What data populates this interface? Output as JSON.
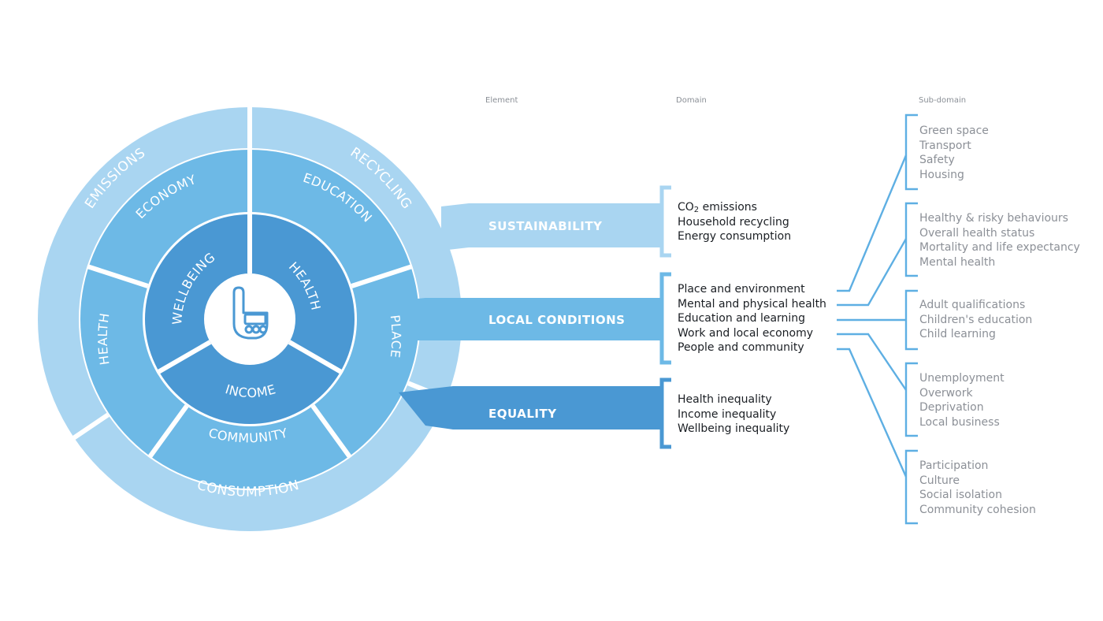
{
  "column_headers": {
    "element": "Element",
    "domain": "Domain",
    "subdomain": "Sub-domain"
  },
  "wheel": {
    "outer_ring": [
      "EMISSIONS",
      "RECYCLING",
      "CONSUMPTION"
    ],
    "middle_ring": [
      "ECONOMY",
      "EDUCATION",
      "PLACE",
      "COMMUNITY",
      "HEALTH"
    ],
    "inner_ring": [
      "WELLBEING",
      "HEALTH",
      "INCOME"
    ],
    "center_icon": "hand-logo-icon"
  },
  "elements": [
    {
      "label": "SUSTAINABILITY",
      "color": "#a9d5f1",
      "domains": [
        {
          "prefix": "CO",
          "sub": "2",
          "suffix": " emissions"
        },
        {
          "text": "Household recycling"
        },
        {
          "text": "Energy consumption"
        }
      ]
    },
    {
      "label": "LOCAL CONDITIONS",
      "color": "#6db9e6",
      "domains": [
        {
          "text": "Place and environment"
        },
        {
          "text": "Mental and physical health"
        },
        {
          "text": "Education and learning"
        },
        {
          "text": "Work and local economy"
        },
        {
          "text": "People and community"
        }
      ]
    },
    {
      "label": "EQUALITY",
      "color": "#4a98d3",
      "domains": [
        {
          "text": "Health inequality"
        },
        {
          "text": "Income inequality"
        },
        {
          "text": "Wellbeing inequality"
        }
      ]
    }
  ],
  "subdomain_groups": [
    [
      "Green space",
      "Transport",
      "Safety",
      "Housing"
    ],
    [
      "Healthy & risky behaviours",
      "Overall health status",
      "Mortality and life expectancy",
      "Mental health"
    ],
    [
      "Adult qualifications",
      "Children's education",
      "Child learning"
    ],
    [
      "Unemployment",
      "Overwork",
      "Deprivation",
      "Local business"
    ],
    [
      "Participation",
      "Culture",
      "Social isolation",
      "Community cohesion"
    ]
  ],
  "colors": {
    "outer": "#a9d5f1",
    "middle": "#6db9e6",
    "inner": "#4a98d3",
    "line": "#5eafe3",
    "bracket_light": "#a9d5f1"
  }
}
